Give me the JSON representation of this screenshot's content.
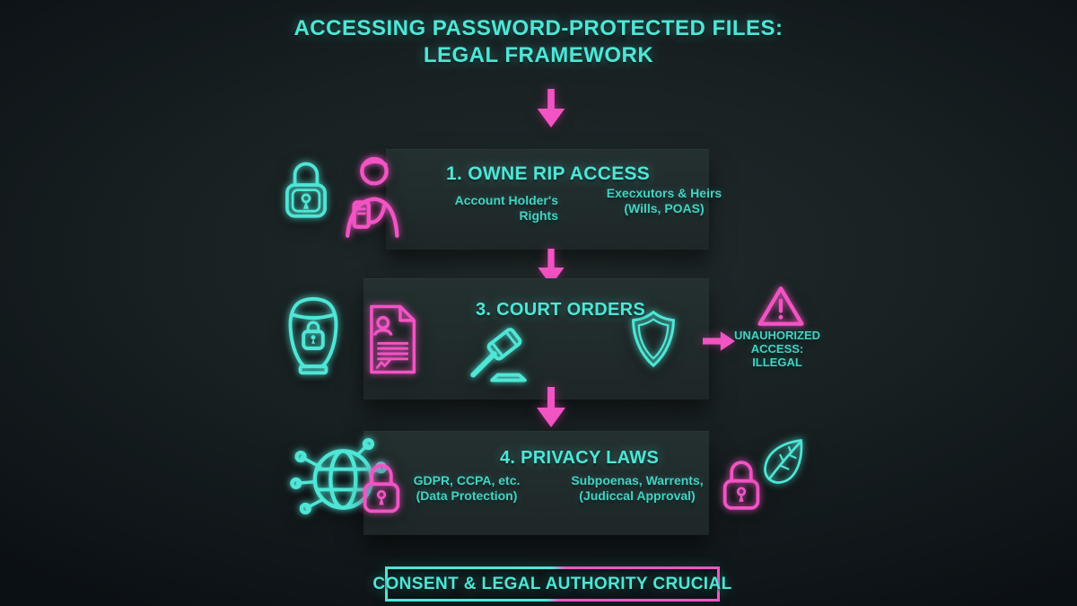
{
  "colors": {
    "cyan": "#4fe6d6",
    "cyan_dim": "#45d2c3",
    "pink": "#f254c4",
    "background": "#131a1d",
    "panel": "#222b2c"
  },
  "title": {
    "line1": "ACCESSING PASSWORD-PROTECTED FILES:",
    "line2": "LEGAL FRAMEWORK"
  },
  "section1": {
    "heading": "1. OWNE RIP ACCESS",
    "left_line1": "Account Holder's",
    "left_line2": "Rights",
    "right_line1": "Execxutors & Heirs",
    "right_line2": "(Wills, POAS)"
  },
  "section3": {
    "heading": "3. COURT ORDERS"
  },
  "warning": {
    "line1": "UNAUHORIZED",
    "line2": "ACCESS:",
    "line3": "ILLEGAL"
  },
  "section4": {
    "heading": "4. PRIVACY LAWS",
    "left_line1": "GDPR, CCPA, etc.",
    "left_line2": "(Data Protection)",
    "right_line1": "Subpoenas, Warrents,",
    "right_line2": "(Judiccal Approval)"
  },
  "banner": {
    "label": "CONSENT & LEGAL AUTHORITY CRUCIAL"
  },
  "icons": {
    "section1": [
      "padlock-icon",
      "person-with-phone-icon"
    ],
    "section3": [
      "urn-lock-icon",
      "legal-document-icon",
      "gavel-icon",
      "shield-icon"
    ],
    "warning": "warning-triangle-icon",
    "section4": [
      "globe-network-icon",
      "padlock-icon",
      "padlock-icon",
      "leaf-icon"
    ],
    "flow_arrows": [
      "down-arrow",
      "down-arrow",
      "down-arrow",
      "right-arrow"
    ]
  }
}
